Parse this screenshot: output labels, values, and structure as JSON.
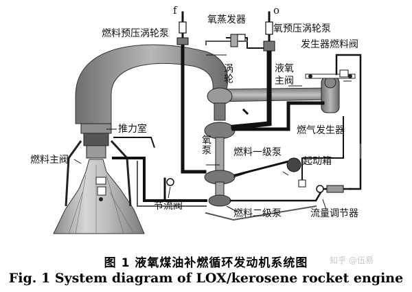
{
  "labels": {
    "f": "f",
    "o": "o",
    "fuel_prepress_pump": "燃料预压涡轮泵",
    "ox_evaporator": "氧蒸发器",
    "ox_prepress_pump": "氧预压涡轮泵",
    "gen_fuel_valve": "发生器燃料阀",
    "turbine": "涡轮",
    "lox_main_valve": "液氧主阀",
    "thrust_chamber": "推力室",
    "gas_generator": "燃气发生器",
    "ox_pump": "氧泵",
    "fuel_main_valve": "燃料主阀",
    "fuel_stage1_pump": "燃料一级泵",
    "start_tank": "起动箱",
    "throttle_valve": "节流阀",
    "fuel_stage2_pump": "燃料二级泵",
    "flow_regulator": "流量调节器"
  },
  "caption": {
    "cn": "图 1    液氧煤油补燃循环发动机系统图",
    "en": "Fig. 1    System diagram of LOX/kerosene rocket engine"
  },
  "watermark": "知乎 @伍易"
}
